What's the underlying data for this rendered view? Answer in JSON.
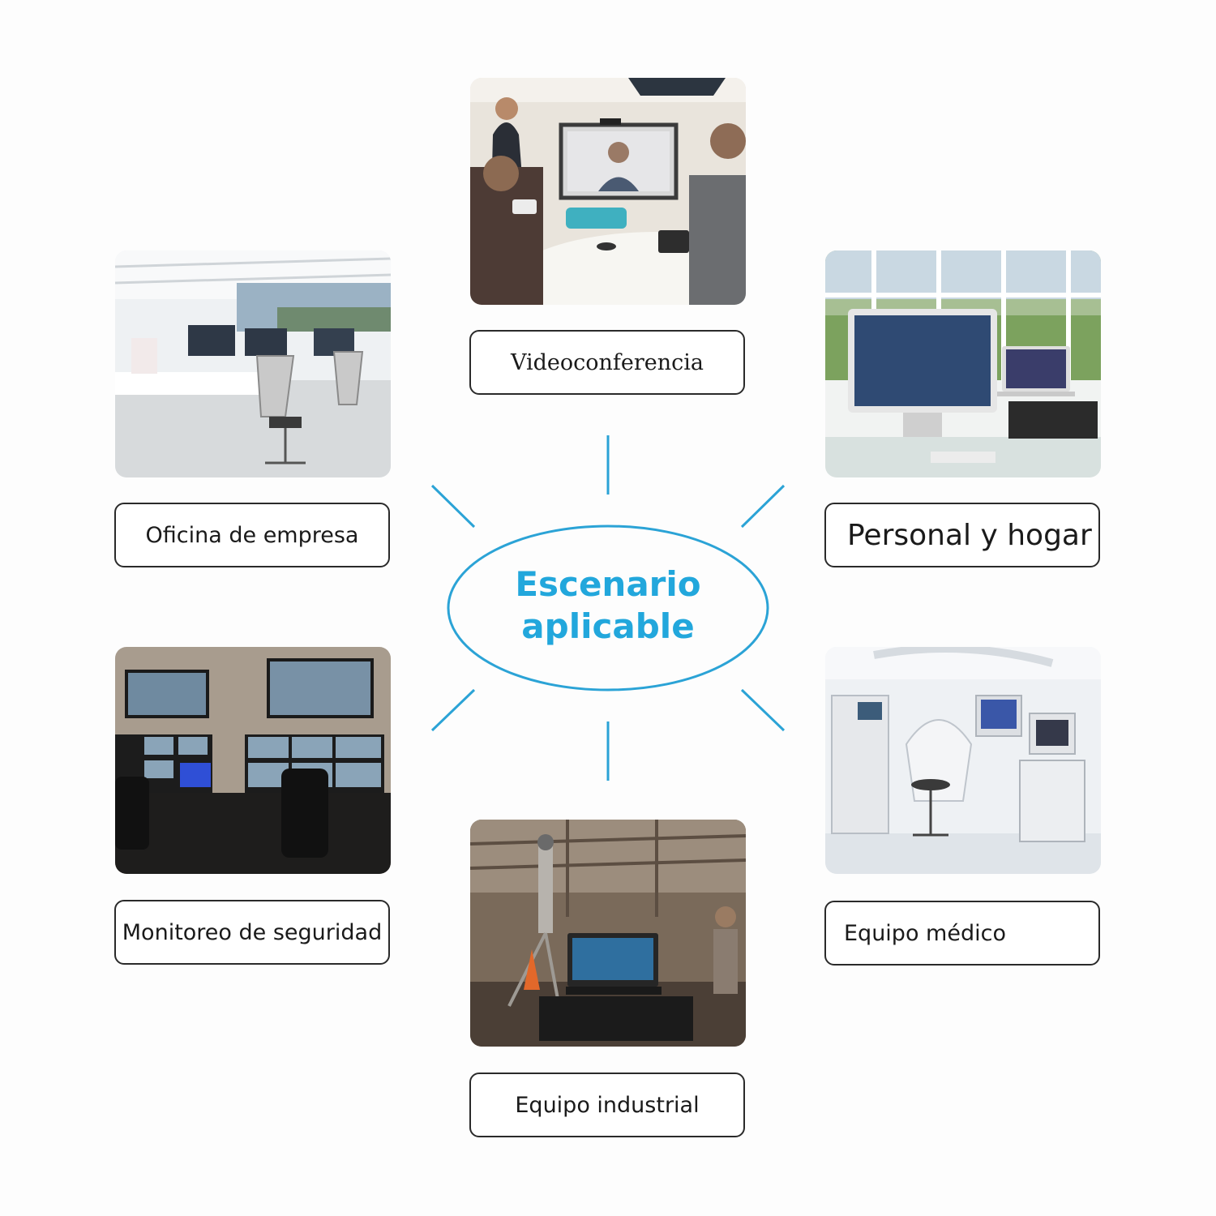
{
  "hub": {
    "line1": "Escenario",
    "line2": "aplicable",
    "color": "#22a7dc"
  },
  "scenarios": [
    {
      "id": "videoconferencia",
      "label": "Videoconferencia",
      "image": "video-conference-photo"
    },
    {
      "id": "oficina",
      "label": "Oficina de empresa",
      "image": "office-photo"
    },
    {
      "id": "personal",
      "label": "Personal y hogar",
      "image": "home-office-photo"
    },
    {
      "id": "seguridad",
      "label": "Monitoreo de seguridad",
      "image": "security-monitoring-photo"
    },
    {
      "id": "medico",
      "label": "Equipo médico",
      "image": "medical-equipment-photo"
    },
    {
      "id": "industrial",
      "label": "Equipo industrial",
      "image": "industrial-equipment-photo"
    }
  ]
}
